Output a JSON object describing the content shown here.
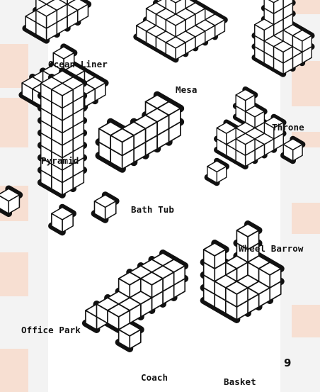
{
  "colors": {
    "margin_band": "#f3f3f3",
    "peach": "#f7dfd2",
    "cube_face": "#ffffff",
    "cube_outline": "#111111"
  },
  "figures": [
    {
      "id": "ocean-liner",
      "label": "Ocean Liner"
    },
    {
      "id": "mesa",
      "label": "Mesa"
    },
    {
      "id": "throne",
      "label": "Throne"
    },
    {
      "id": "pyramid",
      "label": "Pyramid"
    },
    {
      "id": "bath-tub",
      "label": "Bath Tub"
    },
    {
      "id": "wheel-barrow",
      "label": "Wheel Barrow"
    },
    {
      "id": "office-park",
      "label": "Office Park"
    },
    {
      "id": "coach",
      "label": "Coach"
    },
    {
      "id": "basket",
      "label": "Basket"
    }
  ],
  "page_number": "9"
}
